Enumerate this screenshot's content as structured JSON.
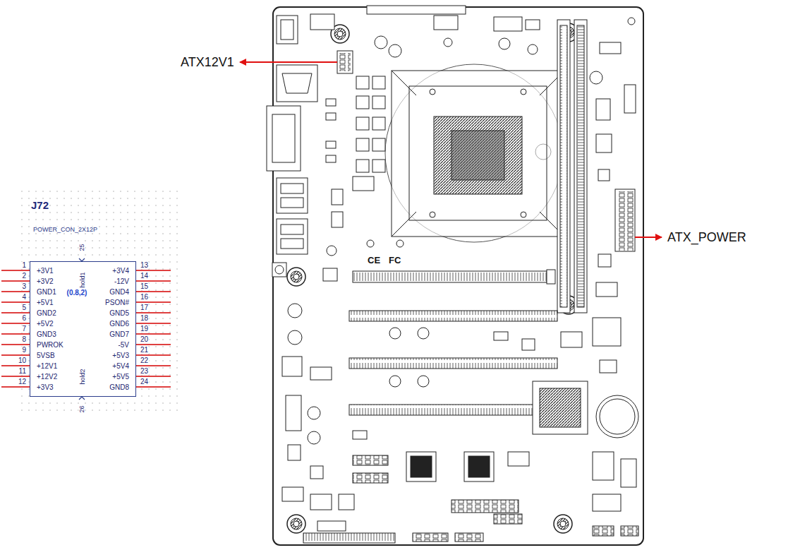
{
  "diagram": {
    "nodes": [
      {
        "text": [
          "J72",
          "POWER_CON_2X12P",
          "+3V1",
          "+3V2",
          "GND1",
          "+5V1",
          "GND2",
          "+5V2",
          "GND3",
          "PWROK",
          "5VSB",
          "+12V1",
          "+12V2",
          "+3V3",
          "+3V4",
          "-12V",
          "GND4",
          "PSON#",
          "GND5",
          "GND6",
          "GND7",
          "-5V",
          "+5V3",
          "+5V4",
          "+5V5",
          "GND8",
          "hold1",
          "hold2",
          "(0.8,2)"
        ]
      }
    ],
    "labels": [
      "1",
      "2",
      "3",
      "4",
      "5",
      "6",
      "7",
      "8",
      "9",
      "10",
      "11",
      "12",
      "13",
      "14",
      "15",
      "16",
      "17",
      "18",
      "19",
      "20",
      "21",
      "22",
      "23",
      "24",
      "25",
      "26",
      "CE",
      "FC",
      "ATX12V1",
      "ATX_POWER"
    ]
  }
}
